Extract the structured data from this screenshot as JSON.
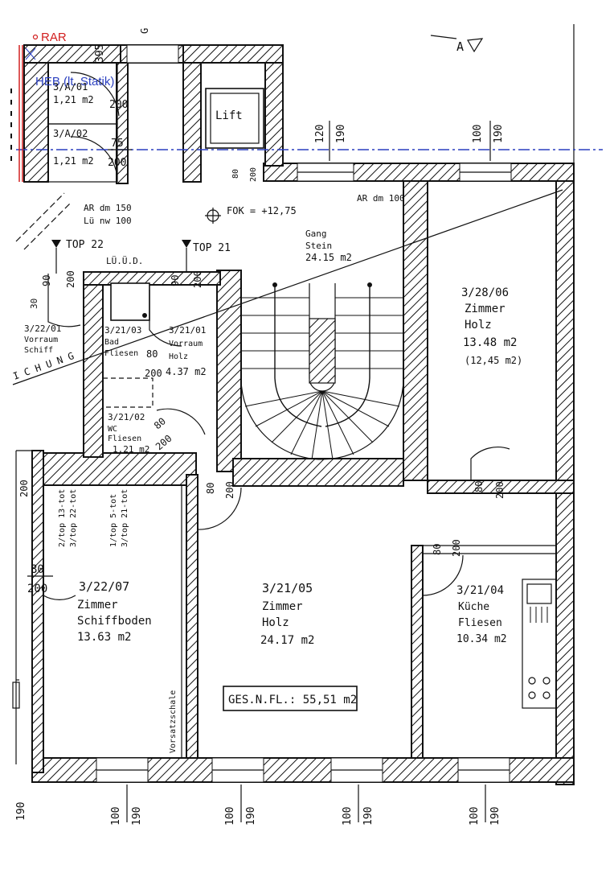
{
  "annotations": {
    "rar": "RAR",
    "heb": "HEB (lt. Statik)",
    "section_mark": "A",
    "dim_top_left": "395",
    "g_mark": "G"
  },
  "colors": {
    "ink": "#111111",
    "red": "#d22020",
    "blue": "#2a3fbf",
    "paper": "#ffffff"
  },
  "rooms": {
    "wc1": {
      "id": "3/A/01",
      "area": "1,21 m2",
      "door_w": "75",
      "door_h": "200"
    },
    "wc2": {
      "id": "3/A/02",
      "area": "1,21 m2",
      "door_w": "75",
      "door_h": "200"
    },
    "lift": {
      "label": "Lift",
      "d1": "80",
      "d2": "200"
    },
    "gang": {
      "name": "Gang",
      "material": "Stein",
      "area": "24.15 m2"
    },
    "zimmer_28_06": {
      "id": "3/28/06",
      "name": "Zimmer",
      "material": "Holz",
      "area": "13.48 m2",
      "area_alt": "(12,45 m2)"
    },
    "vorraum_22_01": {
      "id": "3/22/01",
      "name": "Vorraum",
      "material": "Schiff"
    },
    "bad_21_03": {
      "id": "3/21/03",
      "name": "Bad",
      "material": "Fliesen"
    },
    "vorraum_21_01": {
      "id": "3/21/01",
      "name": "Vorraum",
      "material": "Holz",
      "area": "4.37 m2"
    },
    "wc_21_02": {
      "id": "3/21/02",
      "name": "WC",
      "material": "Fliesen",
      "area": "1.21 m2"
    },
    "zimmer_22_07": {
      "id": "3/22/07",
      "name": "Zimmer",
      "material": "Schiffboden",
      "area": "13.63 m2"
    },
    "zimmer_21_05": {
      "id": "3/21/05",
      "name": "Zimmer",
      "material": "Holz",
      "area": "24.17 m2"
    },
    "kueche_21_04": {
      "id": "3/21/04",
      "name": "Küche",
      "material": "Fliesen",
      "area": "10.34 m2"
    }
  },
  "markers": {
    "fok": "FOK = +12,75",
    "top22": "TOP 22",
    "top21": "TOP 21",
    "luud": "LÜ.Ü.D.",
    "ar150": "AR dm 150",
    "lu100": "Lü nw 100",
    "ar100": "AR dm 100",
    "gesamt": "GES.N.FL.: 55,51 m2",
    "vorsatzschale": "Vorsatzschale",
    "diag_text": "I C H U N G",
    "tops_a": "2/top 13-tot",
    "tops_b": "3/top 22-tot",
    "tops_c": "1/top 5-tot",
    "tops_d": "3/top 21-tot"
  },
  "dimensions": {
    "top_120": "120",
    "top_190": "190",
    "top_100": "100",
    "door_90": "90",
    "door_200": "200",
    "door_80": "80",
    "door_30": "30",
    "bottom_190": "190",
    "bottom_100": "100"
  }
}
